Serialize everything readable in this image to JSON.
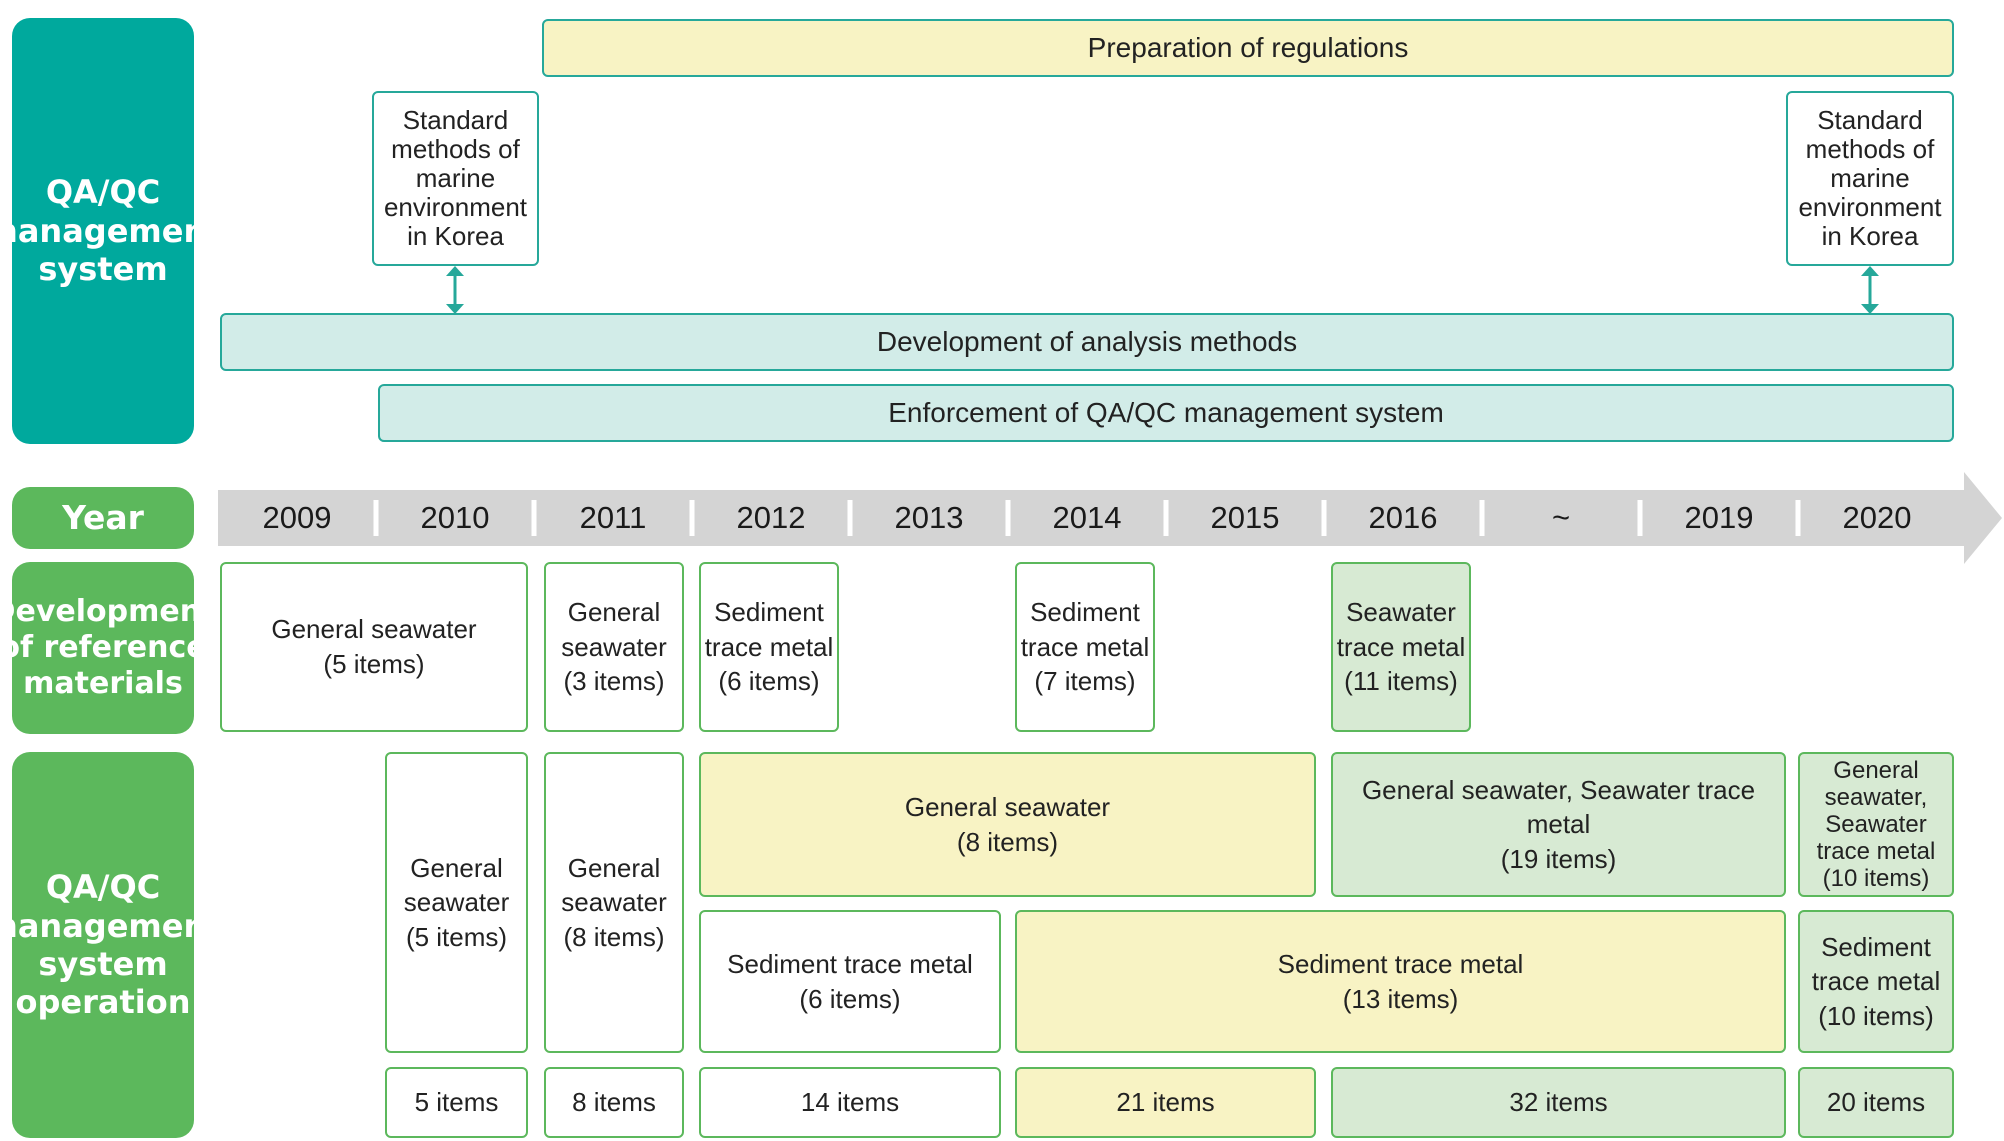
{
  "row_labels": {
    "qaqc_system": "QA/QC\nmanagement\nsystem",
    "year": "Year",
    "reference_materials": "Development\nof reference\nmaterials",
    "operation": "QA/QC\nmanagement\nsystem\noperation"
  },
  "qaqc_system_row": {
    "preparation": "Preparation of regulations",
    "standard_methods_left": "Standard\nmethods of\nmarine\nenvironment\nin Korea",
    "standard_methods_right": "Standard\nmethods of\nmarine\nenvironment\nin Korea",
    "development_methods": "Development of analysis methods",
    "enforcement": "Enforcement of QA/QC management system"
  },
  "years": [
    "2009",
    "2010",
    "2011",
    "2012",
    "2013",
    "2014",
    "2015",
    "2016",
    "~",
    "2019",
    "2020"
  ],
  "reference_materials_row": {
    "rm_2009": "General seawater\n(5 items)",
    "rm_2011": "General\nseawater\n(3 items)",
    "rm_2012": "Sediment\ntrace metal\n(6 items)",
    "rm_2014": "Sediment\ntrace metal\n(7 items)",
    "rm_2016": "Seawater\ntrace metal\n(11 items)"
  },
  "operation_row": {
    "op_2010": "General\nseawater\n(5 items)",
    "op_2011": "General\nseawater\n(8 items)",
    "op_2012_2015_seawater": "General seawater\n(8 items)",
    "op_2016_2019_seawater": "General seawater, Seawater trace metal\n(19 items)",
    "op_2020_seawater": "General\nseawater,\nSeawater\ntrace metal\n(10 items)",
    "op_2012_2013_sediment": "Sediment trace metal\n(6 items)",
    "op_2014_2019_sediment": "Sediment trace metal\n(13 items)",
    "op_2020_sediment": "Sediment\ntrace metal\n(10 items)"
  },
  "totals": {
    "t_2010": "5 items",
    "t_2011": "8 items",
    "t_2012_2013": "14 items",
    "t_2014_2015": "21 items",
    "t_2016_2019": "32 items",
    "t_2020": "20 items"
  },
  "colors": {
    "teal": "#00a99d",
    "green": "#5cb85c",
    "yellow_fill": "#f8f3c4",
    "green_fill": "#d7ead3",
    "teal_fill": "#d2ece8",
    "timeline_gray": "#d4d4d4"
  }
}
